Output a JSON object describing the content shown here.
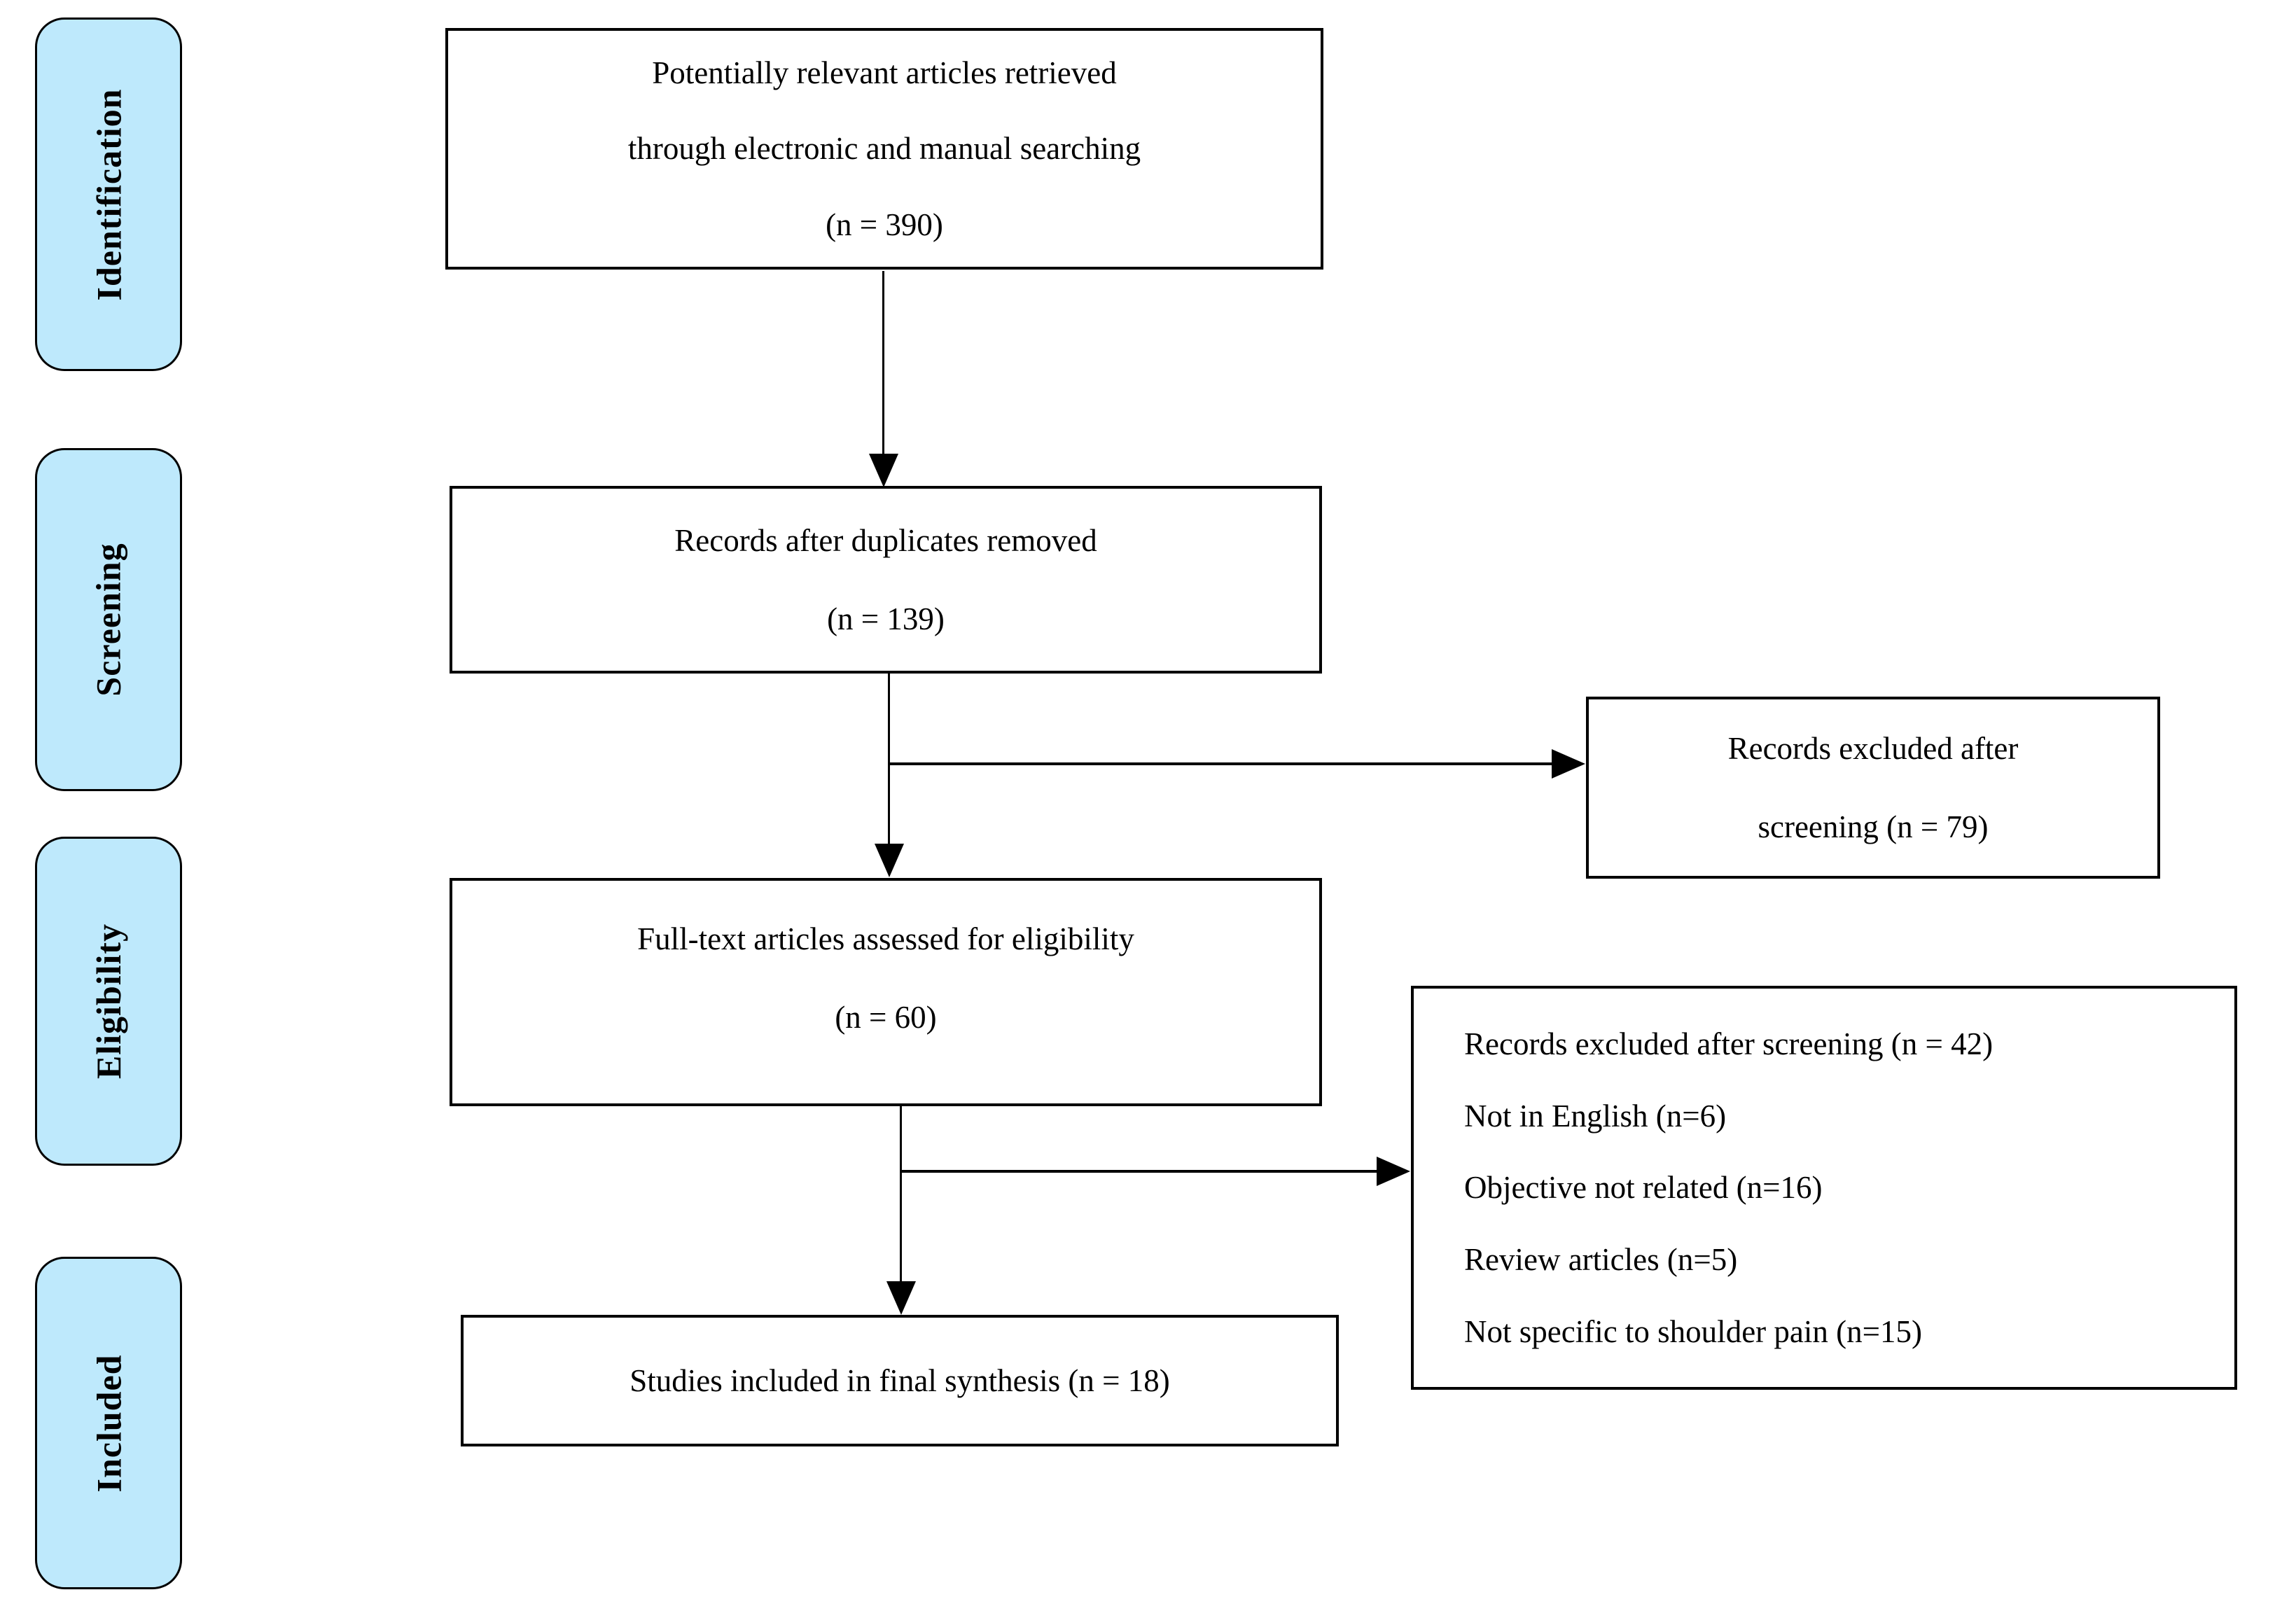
{
  "sidebar": {
    "items": [
      {
        "label": "Identification"
      },
      {
        "label": "Screening"
      },
      {
        "label": "Eligibility"
      },
      {
        "label": "Included"
      }
    ]
  },
  "flow": {
    "retrieved": {
      "line1": "Potentially relevant articles retrieved",
      "line2": "through electronic and manual searching",
      "line3": "(n = 390)"
    },
    "duplicates_removed": {
      "line1": "Records after duplicates removed",
      "line2": "(n = 139)"
    },
    "fulltext_assessed": {
      "line1": "Full-text articles assessed for eligibility",
      "line2": "(n = 60)"
    },
    "final_included": {
      "line1": "Studies included in final synthesis (n = 18)"
    }
  },
  "exclusions": {
    "after_screening": {
      "line1": "Records excluded after",
      "line2": "screening (n = 79)"
    },
    "after_fulltext": {
      "lines": [
        "Records excluded after screening (n = 42)",
        "Not in English (n=6)",
        "Objective not related (n=16)",
        "Review articles (n=5)",
        "Not specific to shoulder pain (n=15)"
      ]
    }
  },
  "colors": {
    "stage_fill": "#bee9fc",
    "line": "#000000",
    "box_bg": "#ffffff"
  }
}
